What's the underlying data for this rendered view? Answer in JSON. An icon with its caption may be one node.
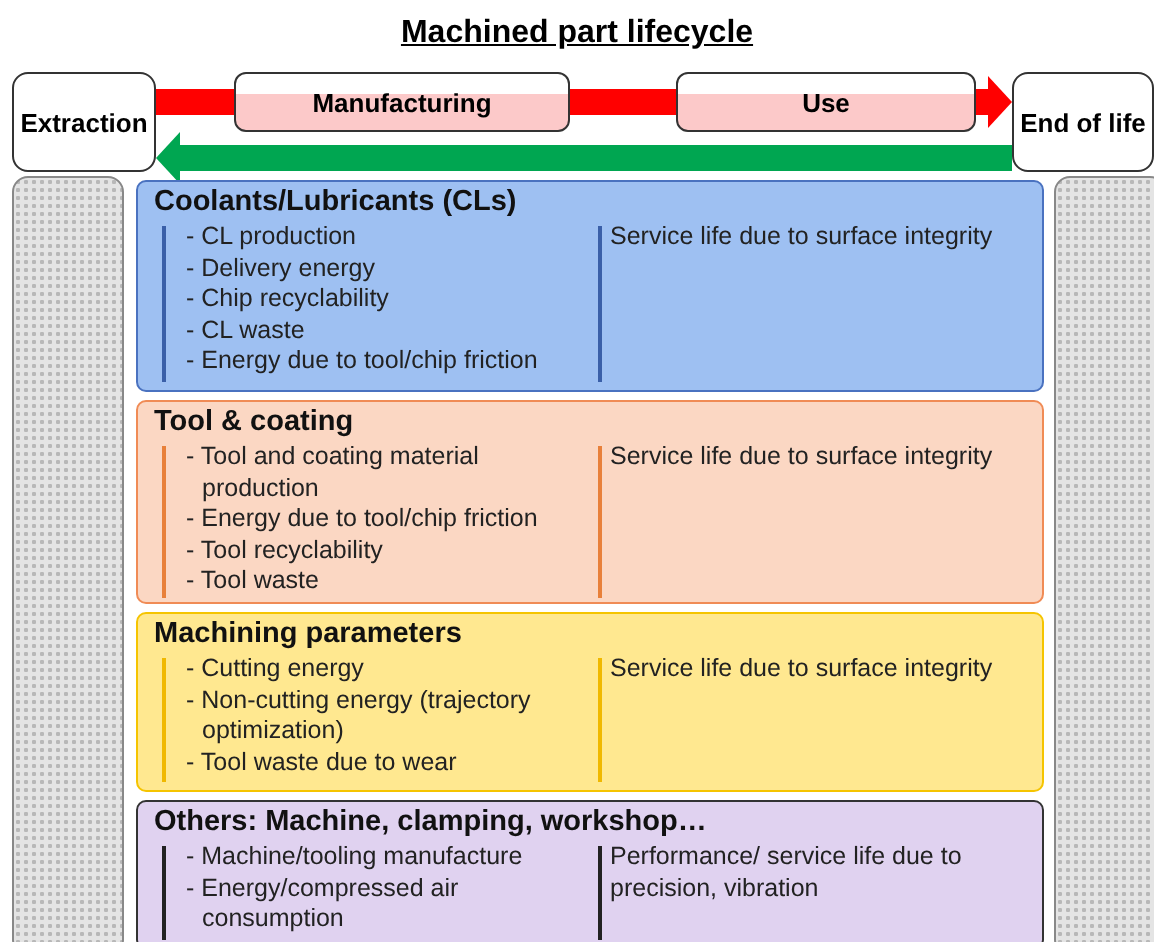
{
  "diagram": {
    "title": "Machined part lifecycle",
    "nodes": [
      {
        "text": [
          "Extraction"
        ]
      },
      {
        "text": [
          "Manufacturing"
        ]
      },
      {
        "text": [
          "Use"
        ]
      },
      {
        "text": [
          "End of life"
        ]
      },
      {
        "text": [
          "Coolants/Lubricants  (CLs)",
          "- CL production",
          "- Delivery energy",
          "- Chip recyclability",
          "- CL waste",
          "- Energy due to tool/chip friction",
          "Service life due to surface integrity"
        ]
      },
      {
        "text": [
          "Tool & coating",
          "- Tool and coating material production",
          "- Energy due to tool/chip friction",
          "- Tool recyclability",
          "- Tool waste",
          "Service life due to surface integrity"
        ]
      },
      {
        "text": [
          "Machining parameters",
          "- Cutting energy",
          "- Non-cutting energy (trajectory optimization)",
          "- Tool waste due to wear",
          "Service life due to surface integrity"
        ]
      },
      {
        "text": [
          "Others: Machine, clamping, workshop…",
          "- Machine/tooling manufacture",
          "- Energy/compressed air consumption",
          "Performance/ service life due to precision, vibration"
        ]
      }
    ],
    "edges": [
      {
        "from": 0,
        "to": 1,
        "arrow": "none",
        "color": "#ff0000"
      },
      {
        "from": 1,
        "to": 2,
        "arrow": "none",
        "color": "#ff0000"
      },
      {
        "from": 2,
        "to": 3,
        "arrow": "to",
        "color": "#ff0000"
      },
      {
        "from": 3,
        "to": 0,
        "arrow": "to",
        "color": "#00a651"
      }
    ]
  }
}
